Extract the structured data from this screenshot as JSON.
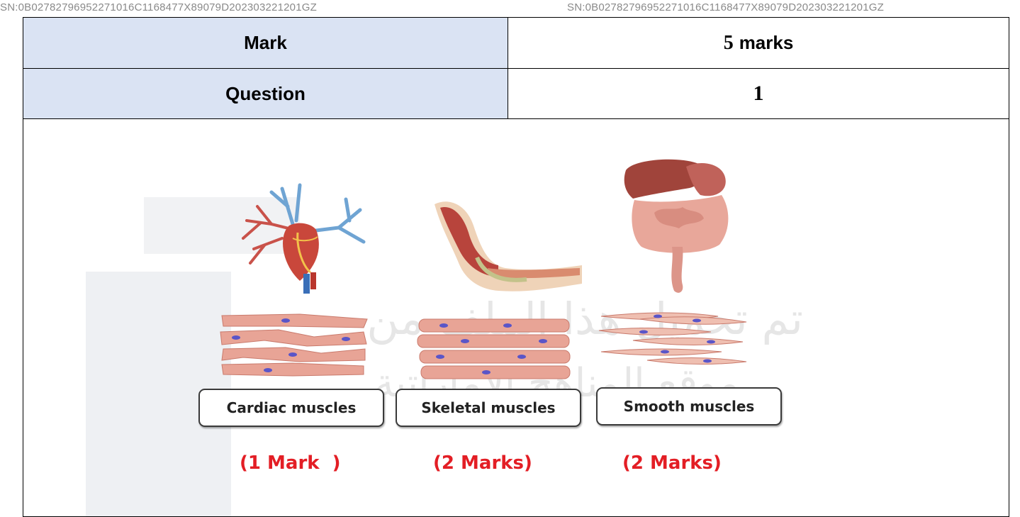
{
  "serial_left": "SN:0B02782796952271016C1168477X89079D202303221201GZ",
  "serial_right": "SN:0B02782796952271016C1168477X89079D202303221201GZ",
  "table": {
    "mark_label": "Mark",
    "mark_number": "5",
    "mark_unit": "marks",
    "question_label": "Question",
    "question_value": "1"
  },
  "watermark": {
    "line1": "تم تحميل هذا الملف من",
    "line2": "موقع المناهج الإماراتية"
  },
  "diagram": {
    "items": [
      {
        "label": "Cardiac muscles",
        "marks": "(1 Mark  )",
        "organ_icon": "heart-icon"
      },
      {
        "label": "Skeletal muscles",
        "marks": "(2 Marks)",
        "organ_icon": "arm-icon"
      },
      {
        "label": "Smooth muscles",
        "marks": "(2 Marks)",
        "organ_icon": "intestine-icon"
      }
    ]
  },
  "colors": {
    "header_fill": "#dae3f3",
    "marks_red": "#e31e25",
    "muscle_fiber": "#e8a496",
    "nucleus": "#5a55c8"
  }
}
